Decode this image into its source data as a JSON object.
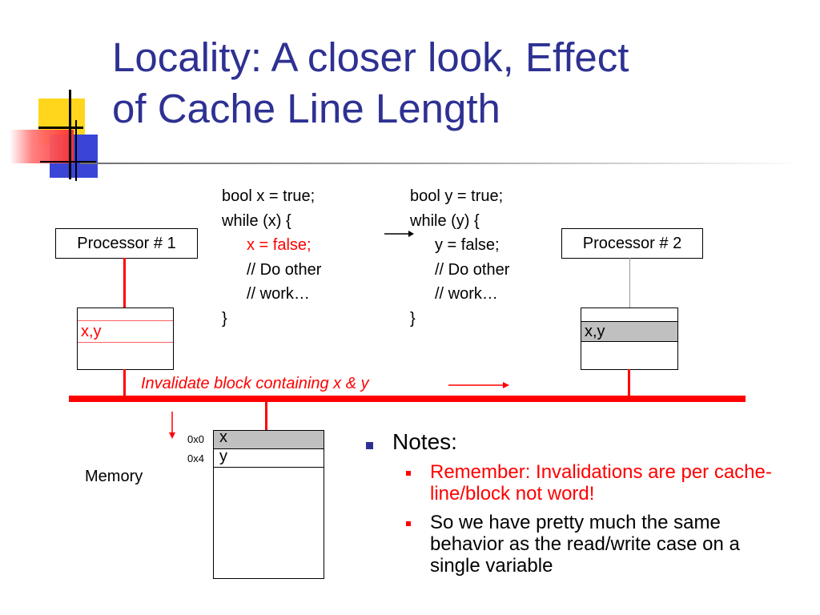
{
  "slide": {
    "title_line1": "Locality: A closer look, Effect",
    "title_line2": "of Cache Line Length"
  },
  "code_left": [
    "bool x = true;",
    "while (x) {",
    "x = false;",
    "// Do other",
    "// work…",
    "}"
  ],
  "code_right": [
    "bool y = true;",
    "while (y) {",
    "y = false;",
    "// Do other",
    "// work…",
    "}"
  ],
  "processor1": {
    "label": "Processor # 1",
    "cache_line": "x,y"
  },
  "processor2": {
    "label": "Processor # 2",
    "cache_line": "x,y"
  },
  "bus_label": "Invalidate block containing x & y",
  "memory": {
    "label": "Memory",
    "rows": [
      {
        "addr": "0x0",
        "value": "x"
      },
      {
        "addr": "0x4",
        "value": "y"
      }
    ]
  },
  "notes": {
    "heading": "Notes:",
    "items": [
      "Remember: Invalidations are per cache-line/block not word!",
      "So we have pretty much the same behavior as the read/write case on a single variable"
    ]
  },
  "colors": {
    "title": "#2e3192",
    "accent_red": "#ff0000",
    "highlight_gray": "#c0c0c0"
  }
}
